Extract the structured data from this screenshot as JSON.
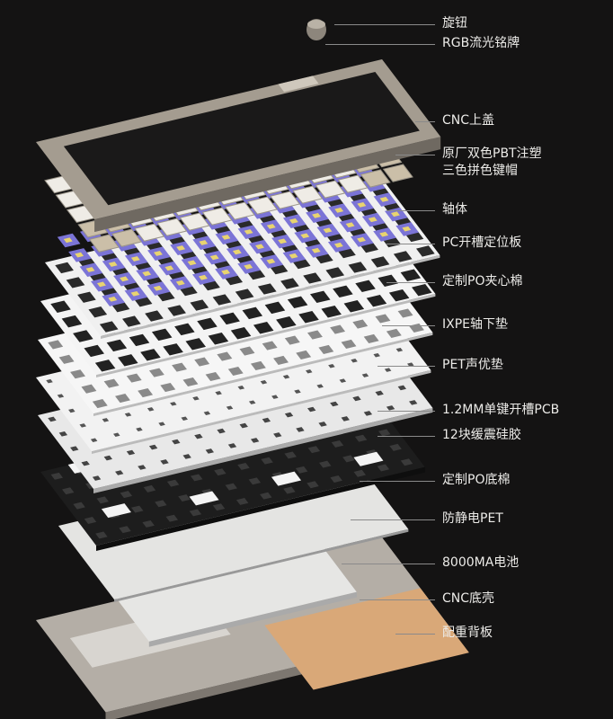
{
  "diagram": {
    "labels": [
      {
        "text": "旋钮"
      },
      {
        "text": "RGB流光铭牌"
      },
      {
        "text": "CNC上盖"
      },
      {
        "text": "原厂双色PBT注塑",
        "text2": "三色拼色键帽"
      },
      {
        "text": "轴体"
      },
      {
        "text": "PC开槽定位板"
      },
      {
        "text": "定制PO夹心棉"
      },
      {
        "text": "IXPE轴下垫"
      },
      {
        "text": "PET声优垫"
      },
      {
        "text": "1.2MM单键开槽PCB"
      },
      {
        "text": "12块缓震硅胶"
      },
      {
        "text": "定制PO底棉"
      },
      {
        "text": "防静电PET"
      },
      {
        "text": "8000MA电池"
      },
      {
        "text": "CNC底壳"
      },
      {
        "text": "配重背板"
      }
    ],
    "colors": {
      "background": "#141313",
      "frame": "#a49c90",
      "keycap_white": "#efece6",
      "keycap_beige": "#cbbfa8",
      "switch": "#7b74d6",
      "plate": "#eeeeee",
      "pcb": "#222222",
      "weight_plate": "#d9a878"
    }
  }
}
